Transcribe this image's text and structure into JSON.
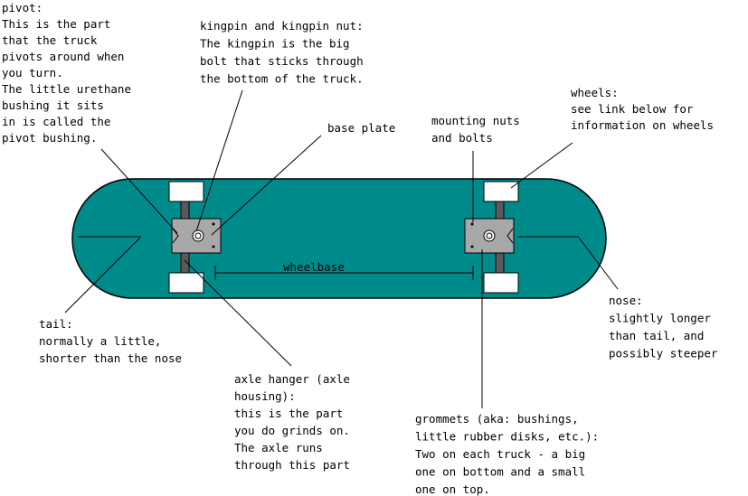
{
  "colors": {
    "deck": "#008b8b",
    "outline": "#000000",
    "baseplate": "#a8a8a8",
    "hanger": "#5a5a5a",
    "wheel": "#ffffff",
    "background": "#ffffff"
  },
  "labels": {
    "pivot": [
      "pivot:",
      "This is the part",
      "that the truck",
      "pivots around when",
      "you turn.",
      "The little urethane",
      "bushing it sits",
      "in is called the",
      "pivot bushing."
    ],
    "kingpin": [
      "kingpin and kingpin nut:",
      "The kingpin is the big",
      "bolt that sticks through",
      "the bottom of the truck."
    ],
    "baseplate": [
      "base plate"
    ],
    "mounting": [
      "mounting nuts",
      "and bolts"
    ],
    "wheels": [
      "wheels:",
      "see link below for",
      "information on wheels"
    ],
    "wheelbase": [
      "wheelbase"
    ],
    "tail": [
      "tail:",
      "normally a little,",
      "shorter than the nose"
    ],
    "nose": [
      "nose:",
      "slightly longer",
      "than tail, and",
      "possibly steeper"
    ],
    "axle": [
      "axle hanger (axle",
      "housing):",
      "this is the part",
      "you do grinds on.",
      "The axle runs",
      "through this part"
    ],
    "grommets": [
      "grommets (aka: bushings,",
      "little rubber disks, etc.):",
      "Two on each truck - a big",
      "one on bottom and a small",
      "one on top."
    ]
  }
}
